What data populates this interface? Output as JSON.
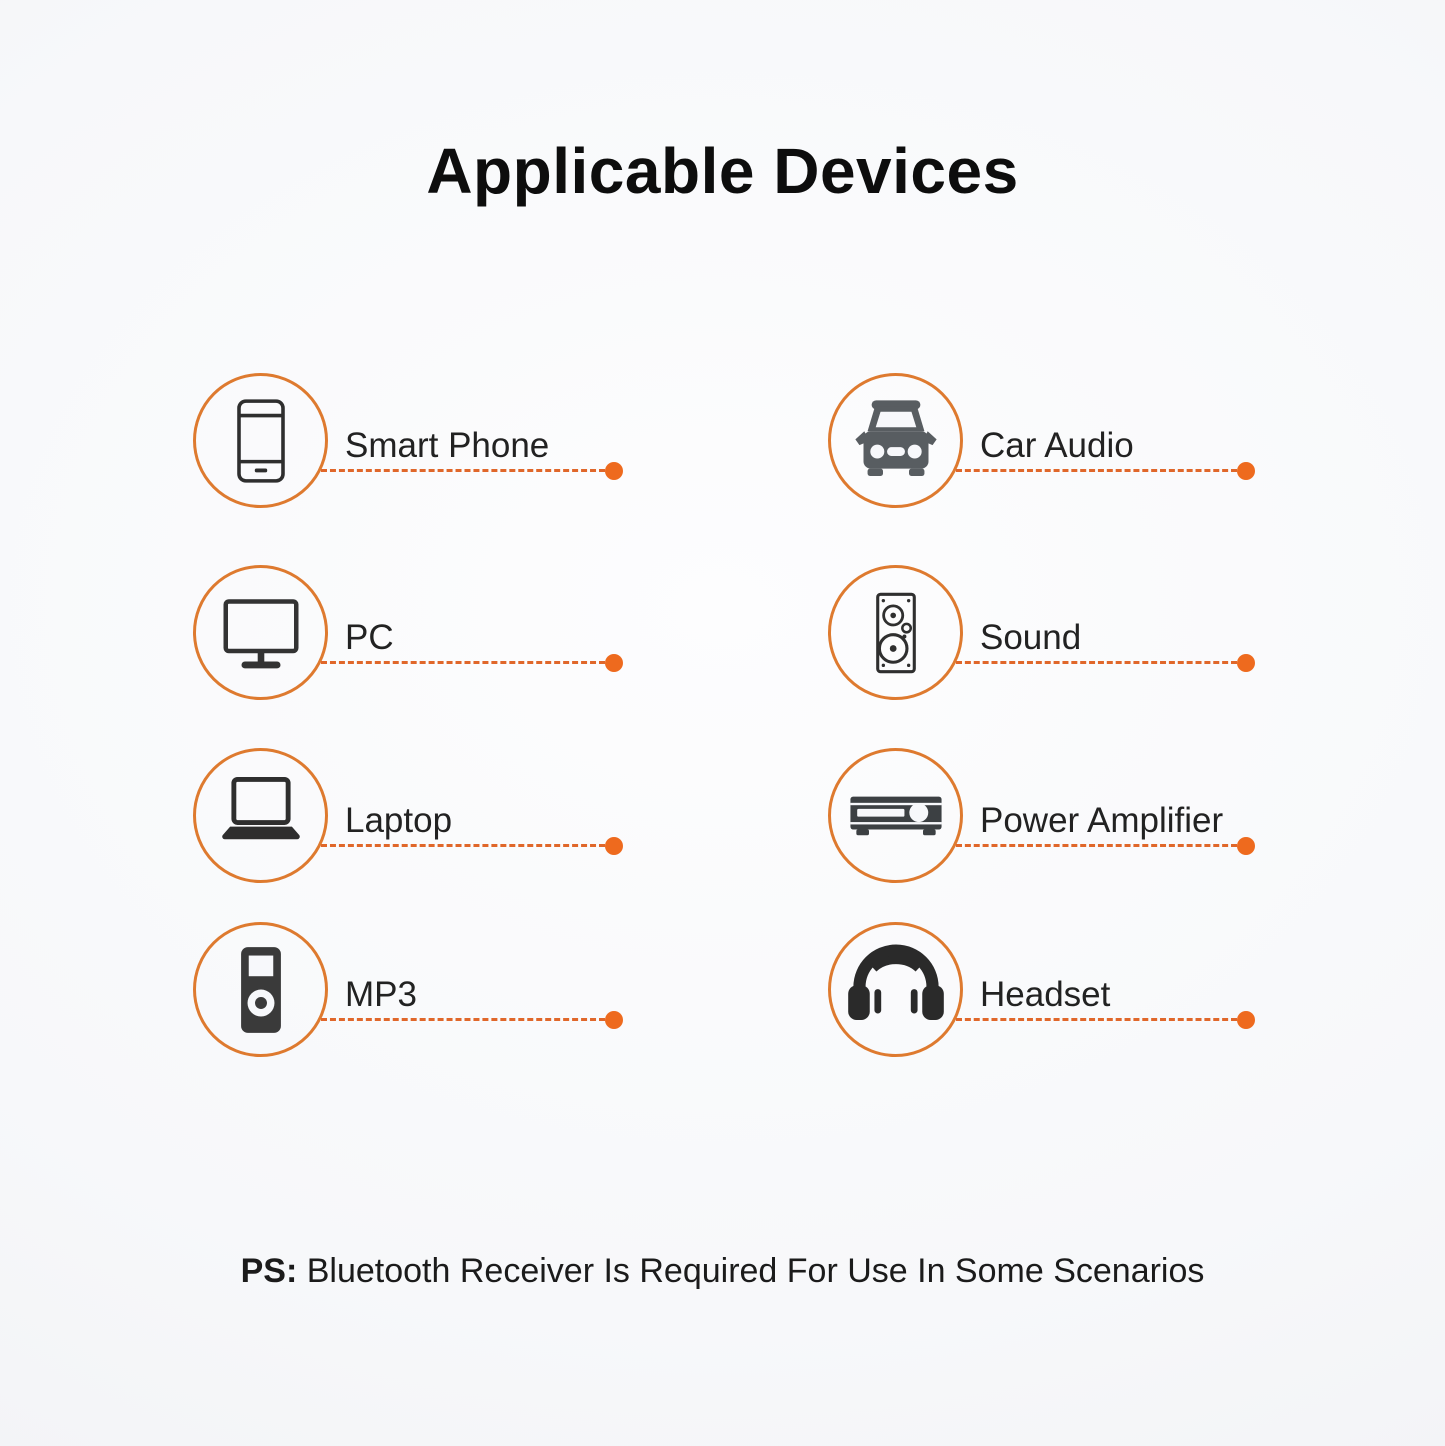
{
  "title": "Applicable Devices",
  "note": {
    "prefix": "PS:",
    "text": " Bluetooth Receiver Is Required For Use In Some Scenarios"
  },
  "colors": {
    "accent": "#DE7A2F",
    "dash": "#E0672A",
    "dot": "#EE6A1E",
    "icon_dark": "#2E2E2E",
    "icon_gray": "#585D61",
    "background_center": "#FDFDFE",
    "background_edge": "#EFF0F4"
  },
  "devices": [
    {
      "label": "Smart Phone",
      "icon": "smartphone-icon",
      "column": "left"
    },
    {
      "label": "Car Audio",
      "icon": "car-icon",
      "column": "right"
    },
    {
      "label": "PC",
      "icon": "monitor-icon",
      "column": "left"
    },
    {
      "label": "Sound",
      "icon": "speaker-icon",
      "column": "right"
    },
    {
      "label": "Laptop",
      "icon": "laptop-icon",
      "column": "left"
    },
    {
      "label": "Power Amplifier",
      "icon": "amplifier-icon",
      "column": "right"
    },
    {
      "label": "MP3",
      "icon": "mp3-player-icon",
      "column": "left"
    },
    {
      "label": "Headset",
      "icon": "headphones-icon",
      "column": "right"
    }
  ]
}
